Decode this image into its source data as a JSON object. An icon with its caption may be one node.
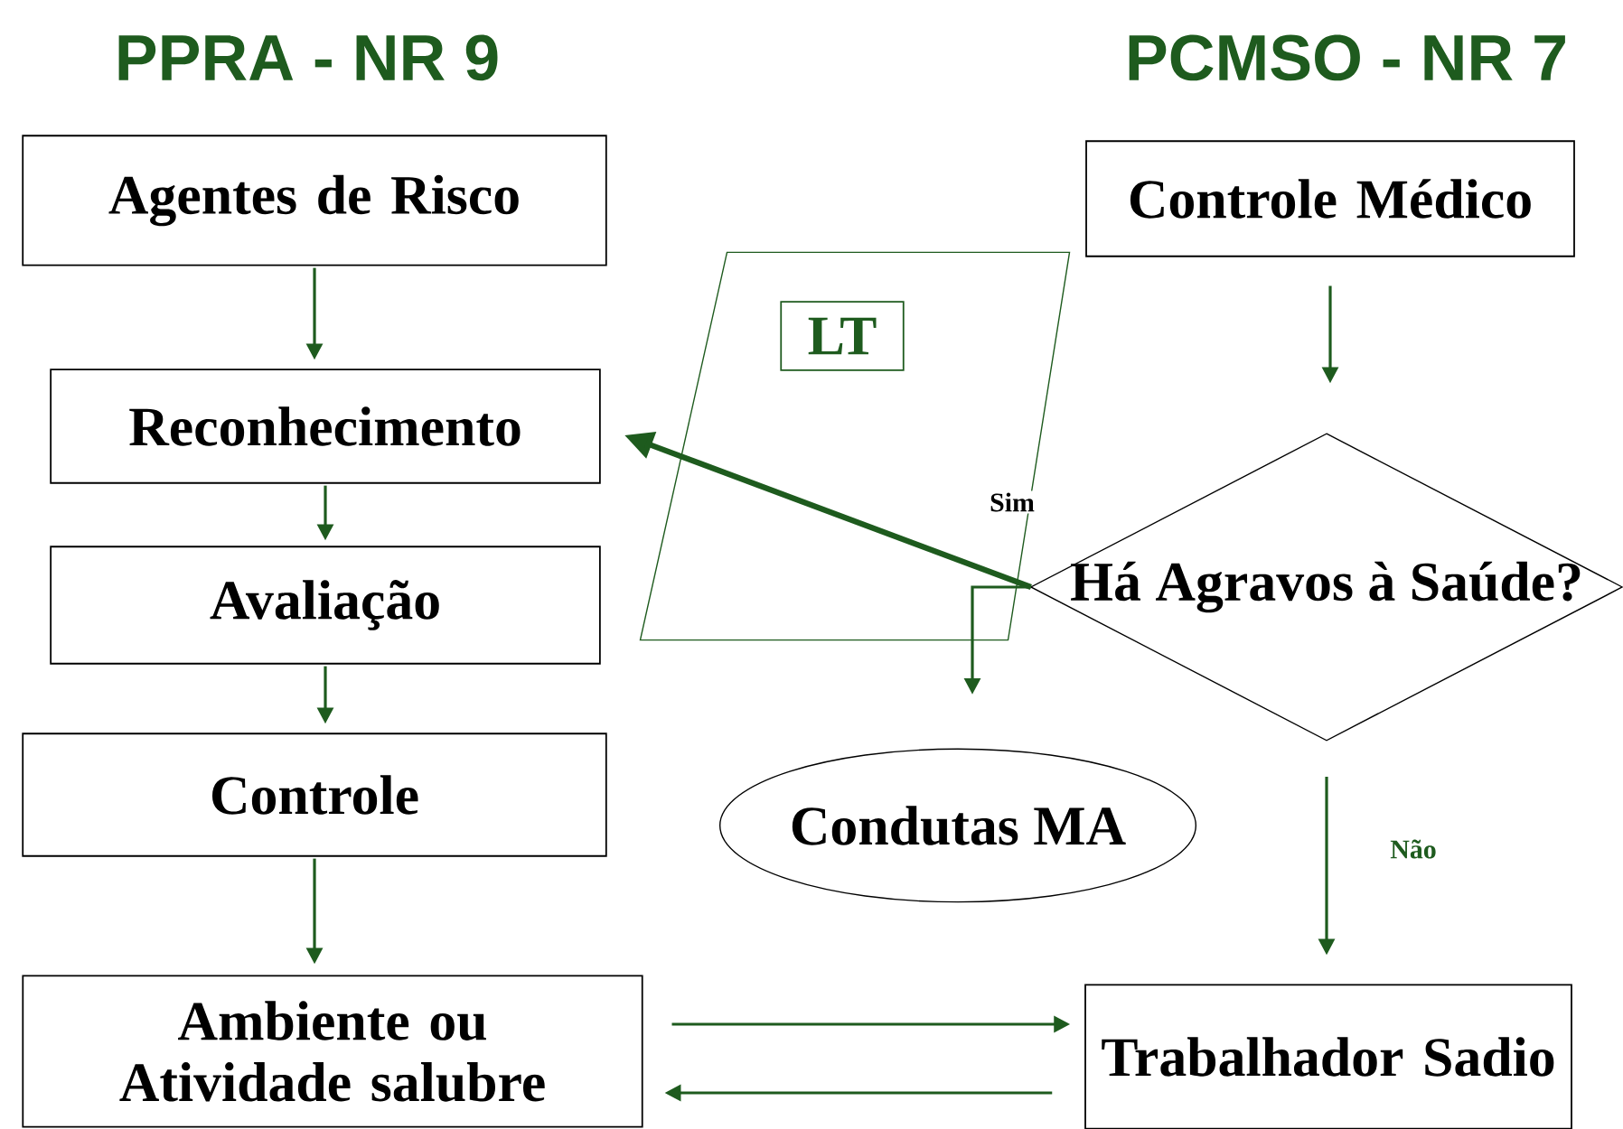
{
  "diagram": {
    "nodes": [
      {
        "text": [
          "Agentes de Risco"
        ]
      },
      {
        "text": [
          "Reconhecimento"
        ]
      },
      {
        "text": [
          "Avaliação"
        ]
      },
      {
        "text": [
          "Controle"
        ]
      },
      {
        "text": [
          "Ambiente ou Atividade salubre"
        ]
      },
      {
        "text": [],
        "shape": "parallelogram"
      },
      {
        "text": [
          "LT"
        ],
        "in": 5
      },
      {
        "text": [
          "Controle Médico"
        ]
      },
      {
        "text": [
          "Há Agravos à Saúde?"
        ]
      },
      {
        "text": [
          "Condutas MA"
        ]
      },
      {
        "text": [
          "Trabalhador Sadio"
        ]
      }
    ],
    "edges": [
      {
        "from": 0,
        "to": 1,
        "arrow": "to"
      },
      {
        "from": 1,
        "to": 2,
        "arrow": "to"
      },
      {
        "from": 2,
        "to": 3,
        "arrow": "to"
      },
      {
        "from": 3,
        "to": 4,
        "arrow": "to"
      },
      {
        "from": 7,
        "to": 8,
        "arrow": "to"
      },
      {
        "from": 8,
        "to": 1,
        "arrow": "to",
        "label": "Sim",
        "style": "thick"
      },
      {
        "from": 8,
        "to": 9,
        "arrow": "to"
      },
      {
        "from": 8,
        "to": 10,
        "arrow": "to",
        "label": "Não"
      },
      {
        "from": 4,
        "to": 10,
        "arrow": "to"
      },
      {
        "from": 10,
        "to": 4,
        "arrow": "to"
      }
    ],
    "labels": [
      "PPRA - NR 9",
      "PCMSO - NR 7"
    ]
  }
}
